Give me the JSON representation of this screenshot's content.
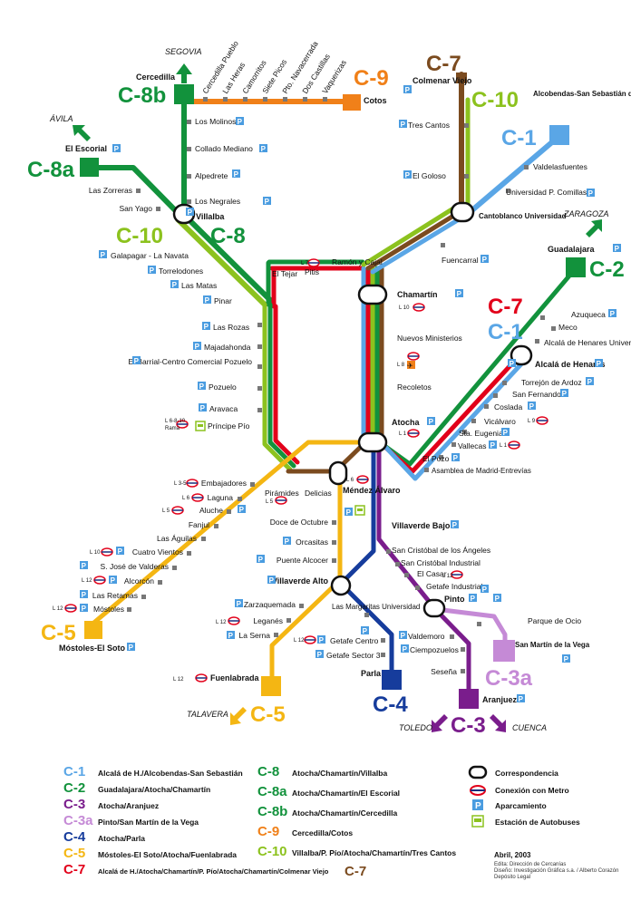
{
  "colors": {
    "c1": "#5aa6e6",
    "c2": "#12923c",
    "c3": "#7a1d8c",
    "c3a": "#c58ad6",
    "c4": "#163c9c",
    "c5": "#f4b613",
    "c7": "#e2001a",
    "c8": "#12923c",
    "c8a": "#12923c",
    "c8b": "#12923c",
    "c9": "#f08019",
    "c10": "#8cc21e",
    "c7brown": "#7b4b1f",
    "metro": "#1a2d7c",
    "parking": "#4a9ce0",
    "bus": "#8cc21e"
  },
  "line_badges": [
    {
      "id": "c8b",
      "text": "C-8b",
      "color": "#12923c"
    },
    {
      "id": "c9",
      "text": "C-9",
      "color": "#f08019"
    },
    {
      "id": "c7top",
      "text": "C-7",
      "color": "#7b4b1f"
    },
    {
      "id": "c10top",
      "text": "C-10",
      "color": "#8cc21e"
    },
    {
      "id": "c1top",
      "text": "C-1",
      "color": "#5aa6e6"
    },
    {
      "id": "c8a",
      "text": "C-8a",
      "color": "#12923c"
    },
    {
      "id": "c10left",
      "text": "C-10",
      "color": "#8cc21e"
    },
    {
      "id": "c8",
      "text": "C-8",
      "color": "#12923c"
    },
    {
      "id": "c2",
      "text": "C-2",
      "color": "#12923c"
    },
    {
      "id": "c7right",
      "text": "C-7",
      "color": "#e2001a"
    },
    {
      "id": "c1right",
      "text": "C-1",
      "color": "#5aa6e6"
    },
    {
      "id": "c5left",
      "text": "C-5",
      "color": "#f4b613"
    },
    {
      "id": "c3a",
      "text": "C-3a",
      "color": "#c58ad6"
    },
    {
      "id": "c5bottom",
      "text": "C-5",
      "color": "#f4b613"
    },
    {
      "id": "c4",
      "text": "C-4",
      "color": "#163c9c"
    },
    {
      "id": "c3",
      "text": "C-3",
      "color": "#7a1d8c"
    }
  ],
  "directions": {
    "segovia": "SEGOVIA",
    "avila": "ÁVILA",
    "zaragoza": "ZARAGOZA",
    "talavera": "TALAVERA",
    "toledo": "TOLEDO",
    "cuenca": "CUENCA"
  },
  "terminals": {
    "cercedilla": "Cercedilla",
    "cotos": "Cotos",
    "colmenar": "Colmenar Viejo",
    "alcobendas": "Alcobendas-San Sebastián de los Reyes",
    "el_escorial": "El Escorial",
    "guadalajara": "Guadalajara",
    "mostoles": "Móstoles-El Soto",
    "fuenlabrada": "Fuenlabrada",
    "parla": "Parla",
    "aranjuez": "Aranjuez",
    "san_martin": "San Martín de la Vega"
  },
  "stations": {
    "c9": [
      "Cercedilla Pueblo",
      "Las Heras",
      "Camorritos",
      "Siete Picos",
      "Pto. Navacerrada",
      "Dos Castillas",
      "Vaquerizas"
    ],
    "c8b": [
      "Los Molinos",
      "Collado Mediano",
      "Alpedrete",
      "Los Negrales"
    ],
    "c8a": [
      "Las Zorreras",
      "San Yago"
    ],
    "villalba": "Villalba",
    "c10left": [
      "Galapagar - La Navata",
      "Torrelodones",
      "Las Matas",
      "Pinar"
    ],
    "west": [
      "Las Rozas",
      "Majadahonda",
      "El Barrial-Centro Comercial Pozuelo",
      "Pozuelo",
      "Aravaca",
      "Príncipe Pío"
    ],
    "north": [
      "El Tejar",
      "Pitis",
      "Ramón y Cajal"
    ],
    "c7": [
      "Tres Cantos",
      "El Goloso"
    ],
    "c1": [
      "Valdelasfuentes",
      "Universidad P. Comillas"
    ],
    "cantoblanco": "Cantoblanco Universidad",
    "fuencarral": "Fuencarral",
    "chamartin": "Chamartín",
    "central": [
      "Nuevos Ministerios",
      "Recoletos"
    ],
    "atocha": "Atocha",
    "east": [
      "Azuqueca",
      "Meco",
      "Alcalá de Henares Universidad",
      "Alcalá de Henares",
      "Torrejón de Ardoz",
      "San Fernando",
      "Coslada",
      "Vicálvaro",
      "Sta. Eugenia",
      "Vallecas",
      "El Pozo",
      "Asamblea de Madrid-Entrevías"
    ],
    "c5west": [
      "Embajadores",
      "Laguna",
      "Aluche",
      "Fanjul",
      "Las Águilas",
      "Cuatro Vientos",
      "S. José de Valderas",
      "Alcorcón",
      "Las Retamas",
      "Móstoles"
    ],
    "south_junction": [
      "Pirámides",
      "Delicias"
    ],
    "mendez": "Méndez Álvaro",
    "c5south": [
      "Doce de Octubre",
      "Orcasitas",
      "Puente Alcocer"
    ],
    "villaverde_alto": "Villaverde Alto",
    "villaverde_bajo": "Villaverde Bajo",
    "c5bottom": [
      "Zarzaquemada",
      "Leganés",
      "La Serna"
    ],
    "c4": [
      "Las Margaritas Universidad",
      "Getafe Centro",
      "Getafe Sector 3"
    ],
    "c3": [
      "San Cristóbal de los Ángeles",
      "San Cristóbal Industrial",
      "El Casar",
      "Getafe Industrial"
    ],
    "pinto": "Pinto",
    "c3bottom": [
      "Valdemoro",
      "Ciempozuelos",
      "Seseña"
    ],
    "c3a": [
      "Parque de Ocio"
    ]
  },
  "metro_tags": {
    "l7": "L 7",
    "l10a": "L 10",
    "l89": "L 8",
    "l6810": "L 6-8-10",
    "l1a": "L 1",
    "l9": "L 9",
    "l1b": "L 1",
    "l35": "L 3-5",
    "l6a": "L 6",
    "l5a": "L 5",
    "l10b": "L 10",
    "l12a": "L 12",
    "l12b": "L 12",
    "l6b": "L 6",
    "l5b": "L 5",
    "l6c": "L 6",
    "l12c": "L 12",
    "l12d": "L 12",
    "l12e": "L 12",
    "l12f": "L 12",
    "rama": "Rama"
  },
  "legend": {
    "lines": [
      {
        "code": "C-1",
        "color": "#5aa6e6",
        "text": "Alcalá de H./Alcobendas-San Sebastián"
      },
      {
        "code": "C-2",
        "color": "#12923c",
        "text": "Guadalajara/Atocha/Chamartín"
      },
      {
        "code": "C-3",
        "color": "#7a1d8c",
        "text": "Atocha/Aranjuez"
      },
      {
        "code": "C-3a",
        "color": "#c58ad6",
        "text": "Pinto/San Martín de la Vega"
      },
      {
        "code": "C-4",
        "color": "#163c9c",
        "text": "Atocha/Parla"
      },
      {
        "code": "C-5",
        "color": "#f4b613",
        "text": "Móstoles-El Soto/Atocha/Fuenlabrada"
      },
      {
        "code": "C-7",
        "color": "#e2001a",
        "text": "Alcalá de H./Atocha/Chamartín/P. Pío/Atocha/Chamartín/Colmenar Viejo"
      },
      {
        "code": "C-8",
        "color": "#12923c",
        "text": "Atocha/Chamartín/Villalba"
      },
      {
        "code": "C-8a",
        "color": "#12923c",
        "text": "Atocha/Chamartín/El Escorial"
      },
      {
        "code": "C-8b",
        "color": "#12923c",
        "text": "Atocha/Chamartín/Cercedilla"
      },
      {
        "code": "C-9",
        "color": "#f08019",
        "text": "Cercedilla/Cotos"
      },
      {
        "code": "C-10",
        "color": "#8cc21e",
        "text": "Villalba/P. Pío/Atocha/Chamartín/Tres Cantos"
      }
    ],
    "c7_tail": "C-7",
    "symbols": {
      "correspondencia": "Correspondencia",
      "metro": "Conexión con Metro",
      "parking": "Aparcamiento",
      "bus": "Estación de Autobuses"
    },
    "p_letter": "P",
    "plane": "✈"
  },
  "footer": {
    "date": "Abril, 2003",
    "line1": "Edita: Dirección de Cercanías",
    "line2": "Diseño: Investigación Gráfica s.a. / Alberto Corazón",
    "line3": "Depósito Legal"
  }
}
